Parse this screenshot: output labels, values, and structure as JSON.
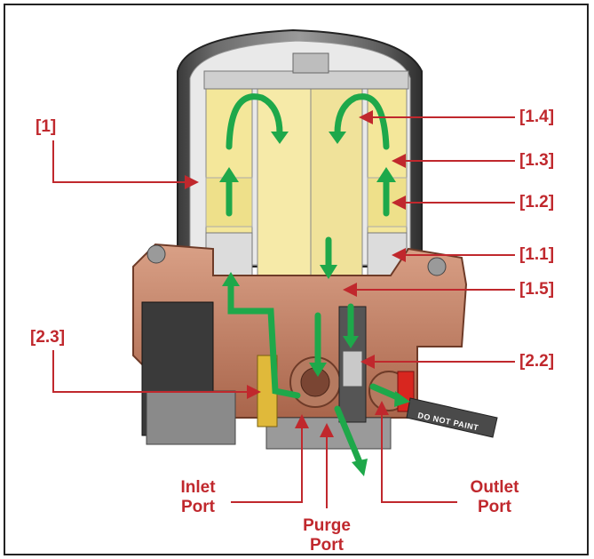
{
  "callouts": {
    "c1": "[1]",
    "c14": "[1.4]",
    "c13": "[1.3]",
    "c12": "[1.2]",
    "c11": "[1.1]",
    "c15": "[1.5]",
    "c23": "[2.3]",
    "c22": "[2.2]"
  },
  "ports": {
    "inlet": [
      "Inlet",
      "Port"
    ],
    "purge": [
      "Purge",
      "Port"
    ],
    "outlet": [
      "Outlet",
      "Port"
    ]
  },
  "tag_text": "DO NOT PAINT",
  "colors": {
    "callout": "#c0282d",
    "flow_arrow": "#1ea84a",
    "cartridge": "#f4e79a",
    "housing": "#c98a6e"
  }
}
